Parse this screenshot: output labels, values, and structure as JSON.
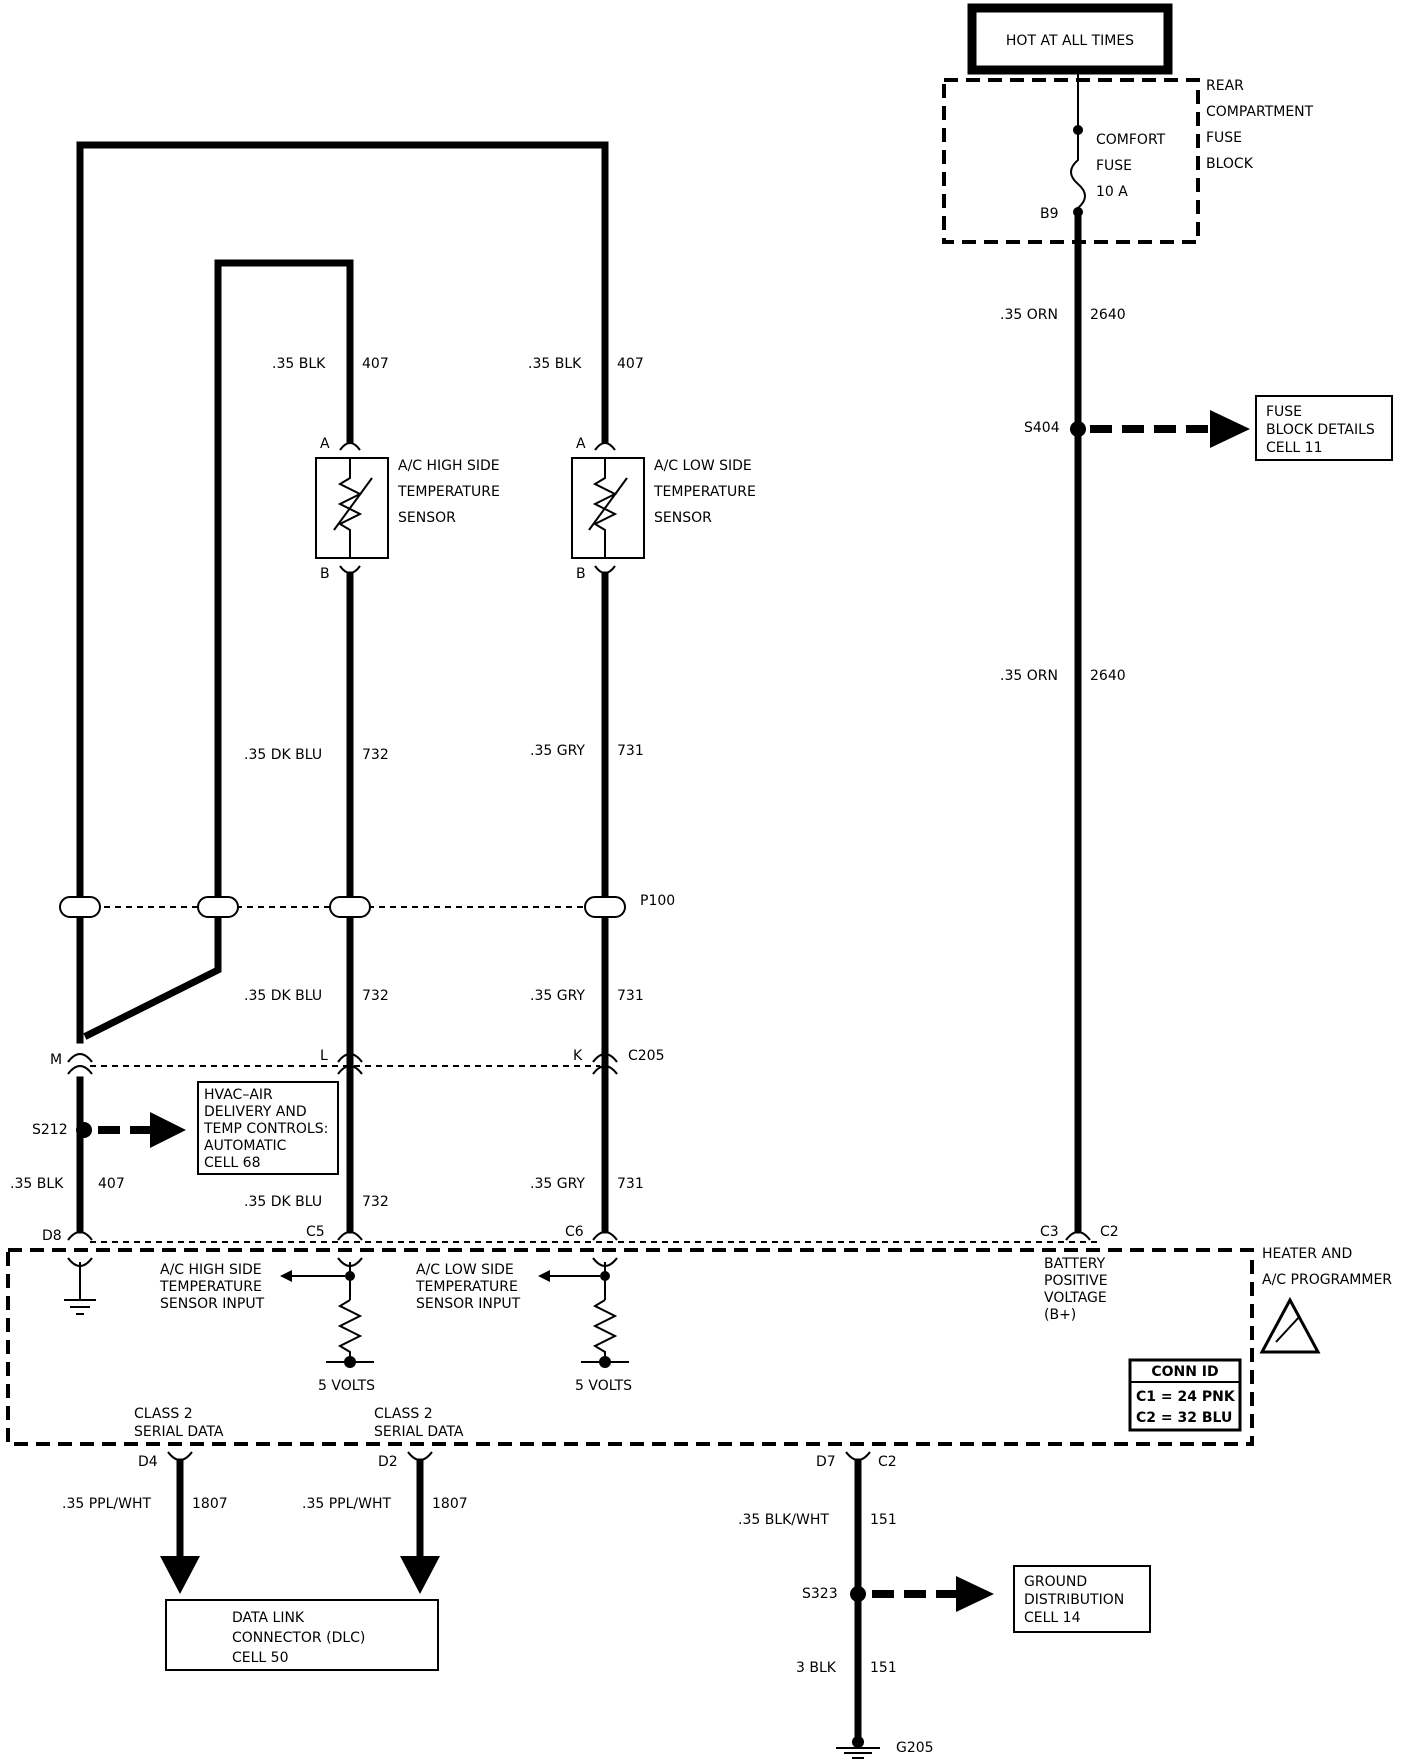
{
  "power": {
    "hot_label": "HOT AT ALL TIMES",
    "fuse_block": [
      "REAR",
      "COMPARTMENT",
      "FUSE",
      "BLOCK"
    ],
    "fuse_name": [
      "COMFORT",
      "FUSE"
    ],
    "fuse_rating": "10 A",
    "fuse_pin": "B9"
  },
  "wires": {
    "orn_size": ".35 ORN",
    "orn_circuit": "2640",
    "blk_size": ".35 BLK",
    "blk_circuit": "407",
    "dkblu_size": ".35 DK BLU",
    "dkblu_circuit": "732",
    "gry_size": ".35 GRY",
    "gry_circuit": "731",
    "ppl_size": ".35 PPL/WHT",
    "ppl_circuit": "1807",
    "blkwht_size": ".35 BLK/WHT",
    "blkwht_circuit": "151",
    "blk3_size": "3 BLK",
    "blk3_circuit": "151"
  },
  "splices": {
    "s404": "S404",
    "s212": "S212",
    "s323": "S323",
    "g205": "G205"
  },
  "refs": {
    "fuse_details": [
      "FUSE",
      "BLOCK DETAILS",
      "CELL 11"
    ],
    "hvac": [
      "HVAC–AIR",
      "DELIVERY AND",
      "TEMP CONTROLS:",
      "AUTOMATIC",
      "CELL 68"
    ],
    "dlc": [
      "DATA LINK",
      "CONNECTOR (DLC)",
      "CELL 50"
    ],
    "ground": [
      "GROUND",
      "DISTRIBUTION",
      "CELL 14"
    ]
  },
  "sensors": {
    "high": [
      "A/C HIGH SIDE",
      "TEMPERATURE",
      "SENSOR"
    ],
    "low": [
      "A/C LOW SIDE",
      "TEMPERATURE",
      "SENSOR"
    ],
    "pin_a": "A",
    "pin_b": "B"
  },
  "connectors": {
    "p100": "P100",
    "c205": "C205",
    "pin_m": "M",
    "pin_l": "L",
    "pin_k": "K",
    "d8": "D8",
    "c5": "C5",
    "c6": "C6",
    "c3": "C3",
    "c2": "C2",
    "d4": "D4",
    "d2": "D2",
    "d7": "D7"
  },
  "module": {
    "name": [
      "HEATER AND",
      "A/C PROGRAMMER"
    ],
    "high_input": [
      "A/C HIGH SIDE",
      "TEMPERATURE",
      "SENSOR INPUT"
    ],
    "low_input": [
      "A/C LOW SIDE",
      "TEMPERATURE",
      "SENSOR INPUT"
    ],
    "five_volts": "5 VOLTS",
    "battery": [
      "BATTERY",
      "POSITIVE",
      "VOLTAGE",
      "(B+)"
    ],
    "serial": [
      "CLASS 2",
      "SERIAL DATA"
    ],
    "conn_id_title": "CONN ID",
    "conn_c1": "C1 = 24 PNK",
    "conn_c2": "C2 = 32 BLU"
  }
}
